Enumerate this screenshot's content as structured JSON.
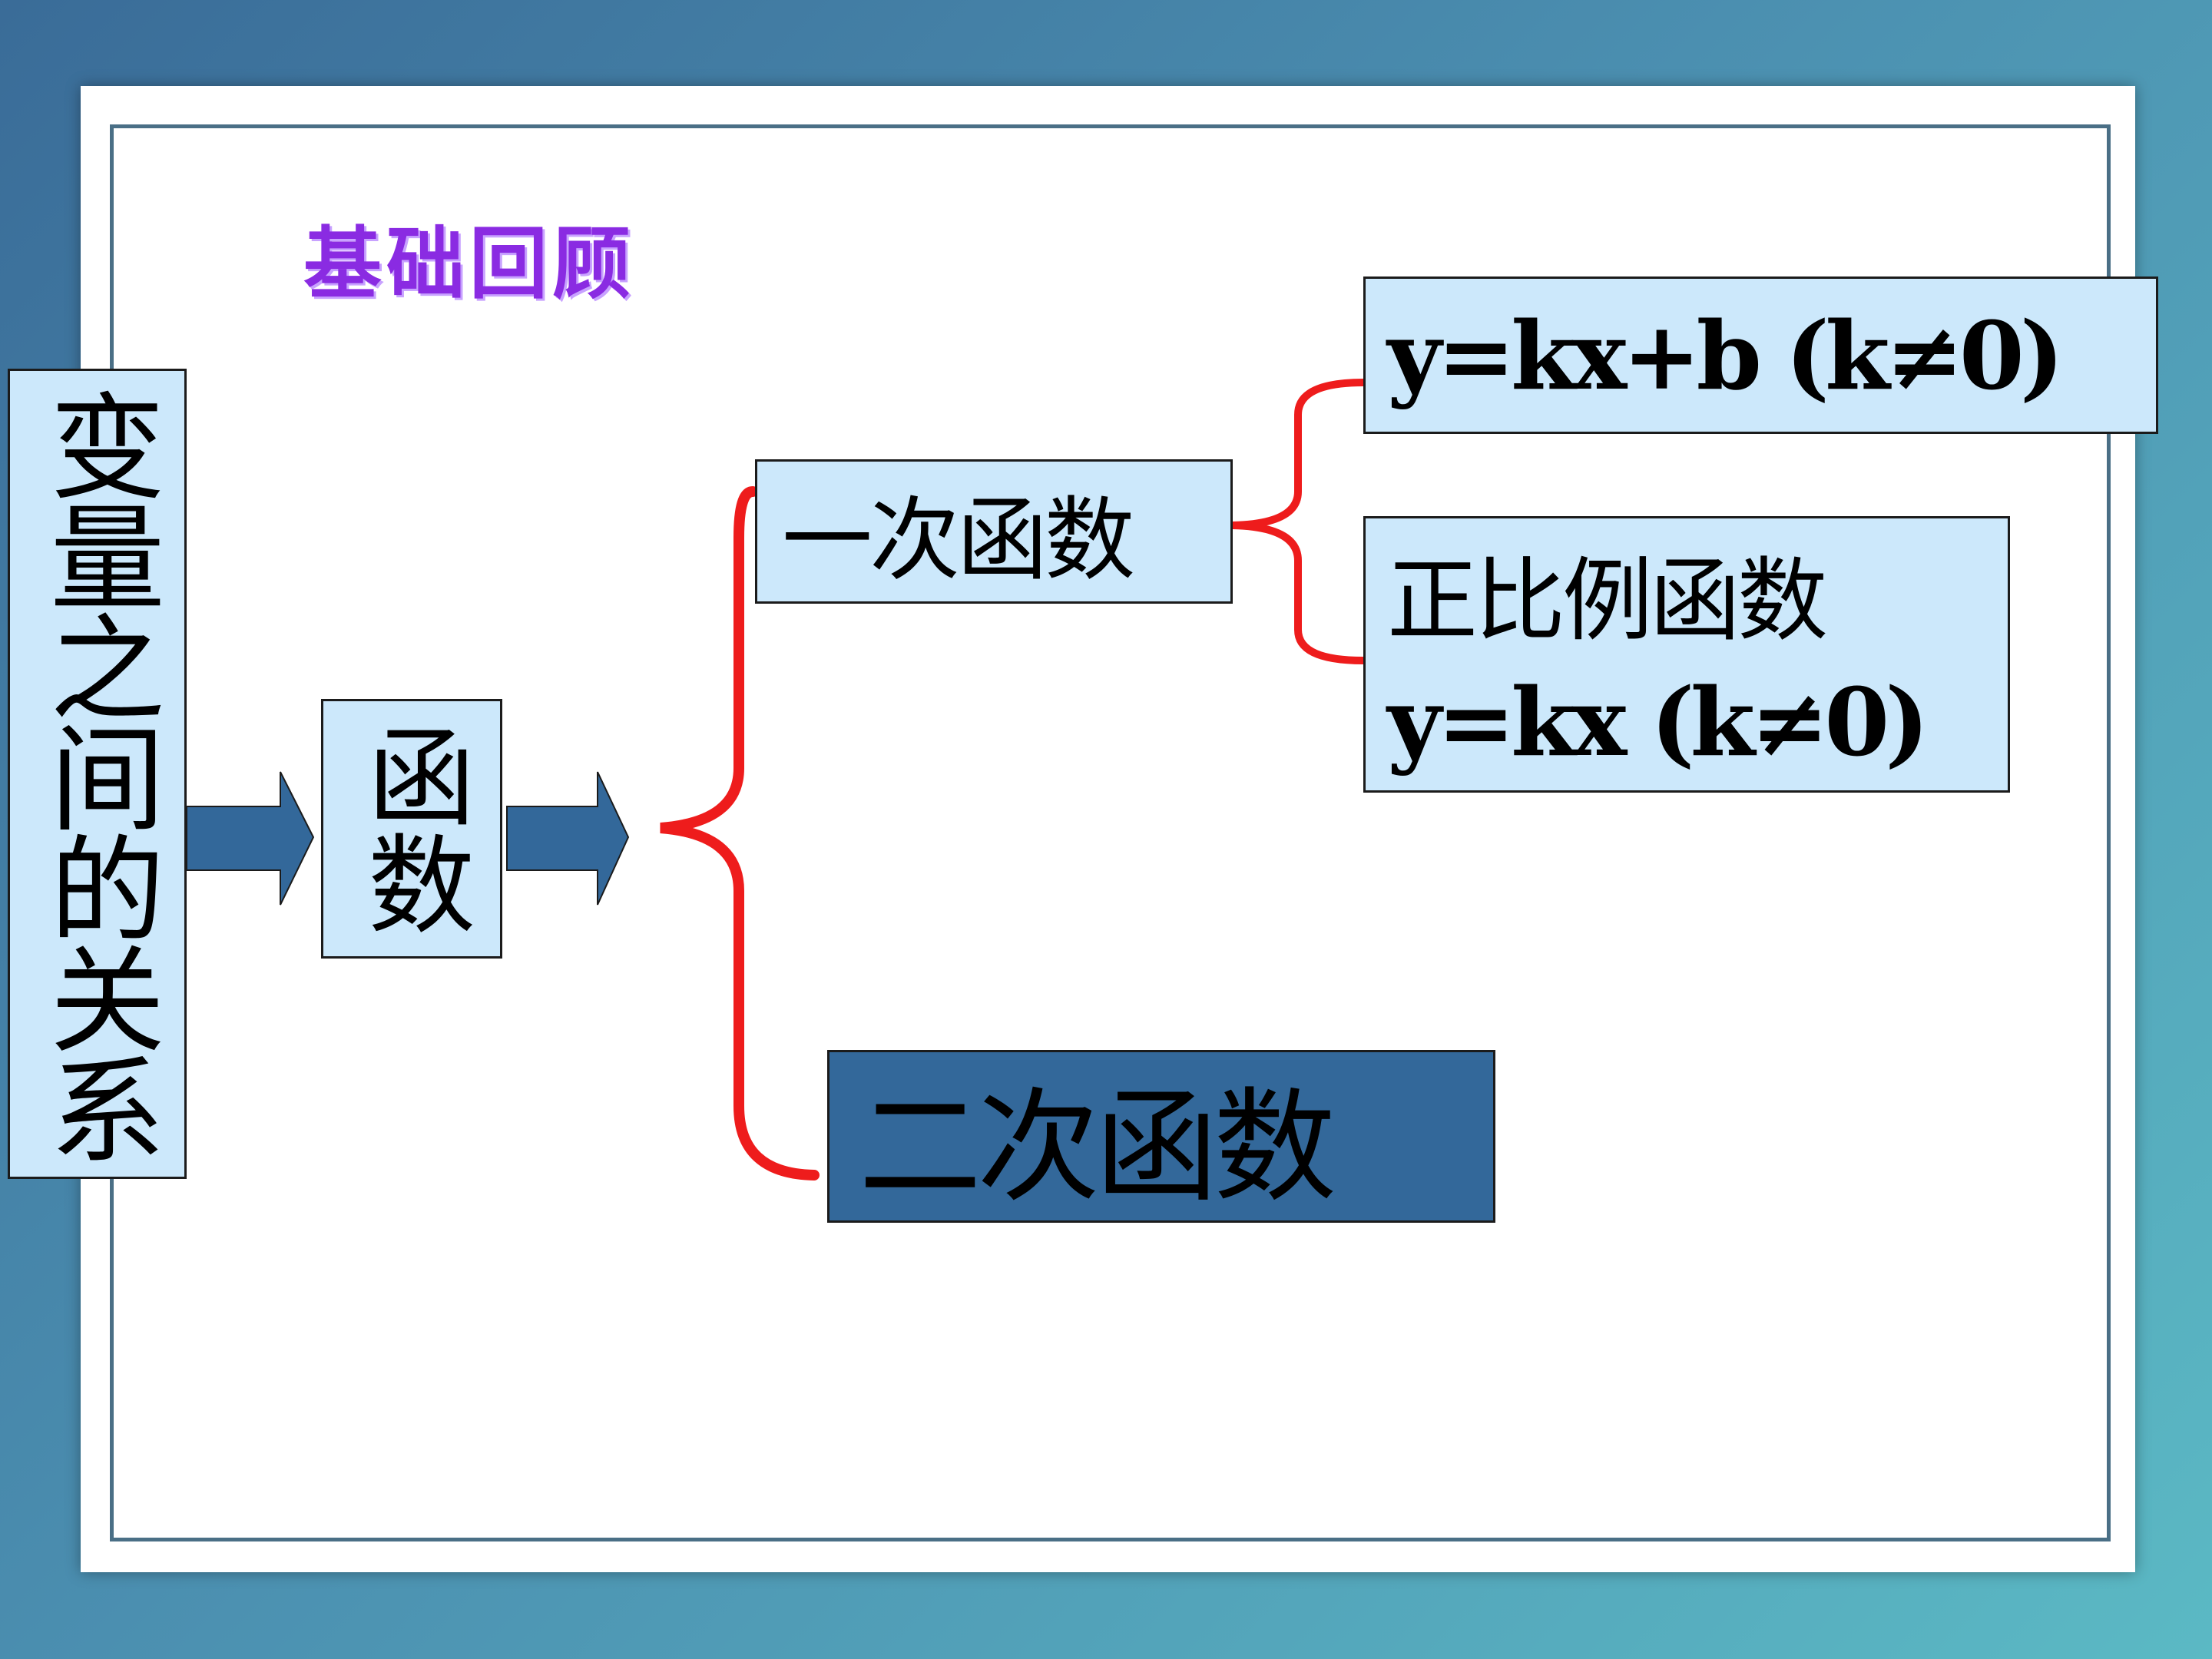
{
  "title": "基础回顾",
  "nodes": {
    "relationship": "变量之间的关系",
    "function": "函数",
    "linear_function": "一次函数",
    "linear_formula": "y=kx+b (k≠0)",
    "proportional_title": "正比例函数",
    "proportional_formula": "y=kx (k≠0)",
    "quadratic_function": "二次函数"
  },
  "colors": {
    "box_fill": "#cce8fb",
    "highlight_fill": "#33689a",
    "arrow": "#33689a",
    "brace": "#ee1c1c",
    "title": "#8a2be2"
  }
}
